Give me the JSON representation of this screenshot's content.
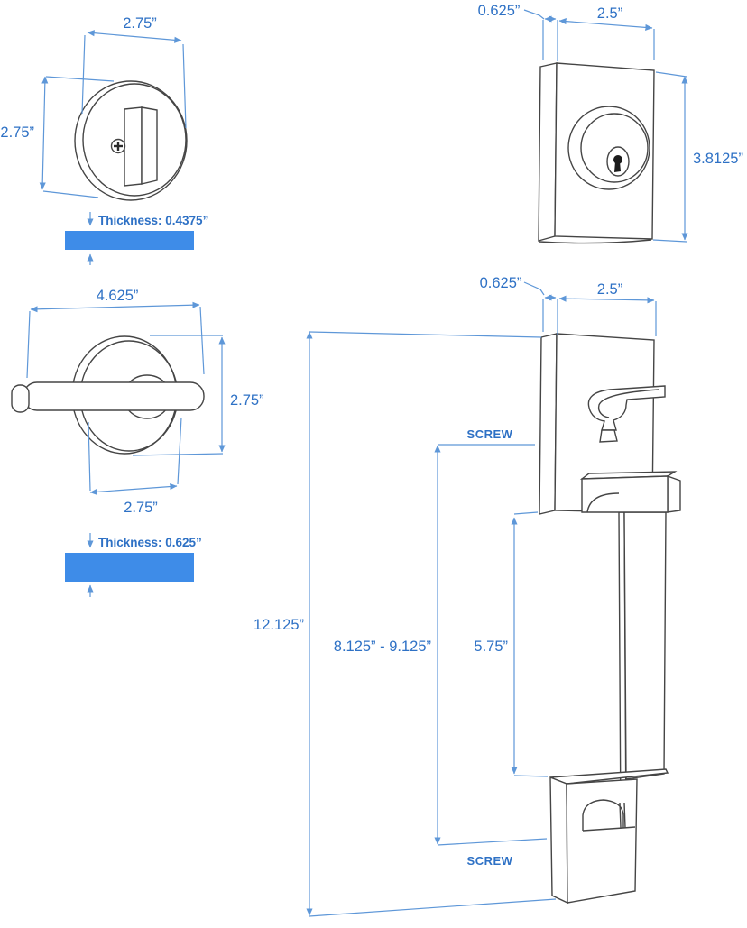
{
  "colors": {
    "dimension_line": "#5e97d8",
    "dimension_text": "#2e71c5",
    "bar_fill": "#3e8ce8",
    "art_line": "#454545"
  },
  "thumbturn_view": {
    "width_label": "2.75”",
    "height_label": "2.75”"
  },
  "thumbturn_thickness": {
    "label": "Thickness: 0.4375”"
  },
  "lever_view": {
    "width_label": "4.625”",
    "height_label": "2.75”",
    "rose_label": "2.75”"
  },
  "lever_thickness": {
    "label": "Thickness: 0.625”"
  },
  "deadbolt_view": {
    "side_label": "0.625”",
    "width_label": "2.5”",
    "height_label": "3.8125”"
  },
  "handleset_view": {
    "side_label": "0.625”",
    "width_label": "2.5”",
    "overall_height_label": "12.125”",
    "screw_span_label": "8.125” - 9.125”",
    "grip_length_label": "5.75”",
    "screw_top_label": "SCREW",
    "screw_bottom_label": "SCREW"
  }
}
